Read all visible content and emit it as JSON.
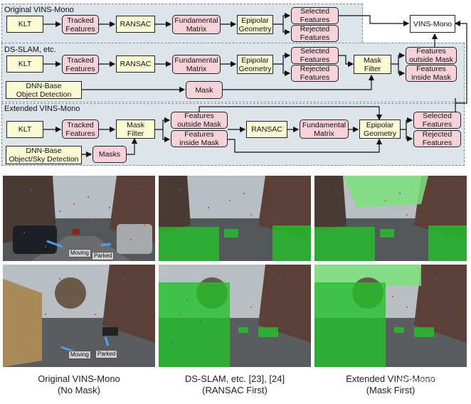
{
  "diagram": {
    "sections": [
      {
        "title": "Original VINS-Mono"
      },
      {
        "title": "DS-SLAM, etc."
      },
      {
        "title": "Extended VINS-Mono"
      }
    ],
    "s1": {
      "klt": "KLT",
      "tracked": "Tracked\nFeatures",
      "ransac": "RANSAC",
      "fundamental": "Fundamental\nMatrix",
      "epipolar": "Epipolar\nGeometry",
      "selected": "Selected\nFeatures",
      "rejected": "Rejected\nFeatures"
    },
    "vins_mono": "VINS-Mono",
    "s2": {
      "klt": "KLT",
      "tracked": "Tracked\nFeatures",
      "ransac": "RANSAC",
      "fundamental": "Fundamental\nMatrix",
      "epipolar": "Epipolar\nGeometry",
      "selected": "Selected\nFeatures",
      "rejected": "Rejected\nFeatures",
      "mask_filter": "Mask\nFilter",
      "outside": "Features\noutside Mask",
      "inside": "Features\ninside Mask",
      "dnn": "DNN-Base\nObject Detection",
      "mask": "Mask"
    },
    "s3": {
      "klt": "KLT",
      "tracked": "Tracked\nFeatures",
      "mask_filter": "Mask\nFilter",
      "outside": "Features\noutside Mask",
      "inside": "Features\ninside Mask",
      "ransac": "RANSAC",
      "fundamental": "Fundamental\nMatrix",
      "epipolar": "Epipolar\nGeometry",
      "selected": "Selected\nFeatures",
      "rejected": "Rejected\nFeatures",
      "dnn": "DNN-Base\nObject/Sky Detection",
      "masks": "Masks"
    }
  },
  "photos": {
    "tags": {
      "moving": "Moving",
      "parked": "Parked"
    },
    "captions": [
      "Original VINS-Mono\n(No Mask)",
      "DS-SLAM, etc. [23], [24]\n(RANSAC First)",
      "Extended VINS-Mono\n(Mask First)"
    ],
    "watermark": "3D视觉工坊"
  },
  "colors": {
    "panel": "#dde5ea",
    "yellow_box": "#fbfbd6",
    "pink_box": "#f7d2d8",
    "mask_green": "#22c22a"
  }
}
